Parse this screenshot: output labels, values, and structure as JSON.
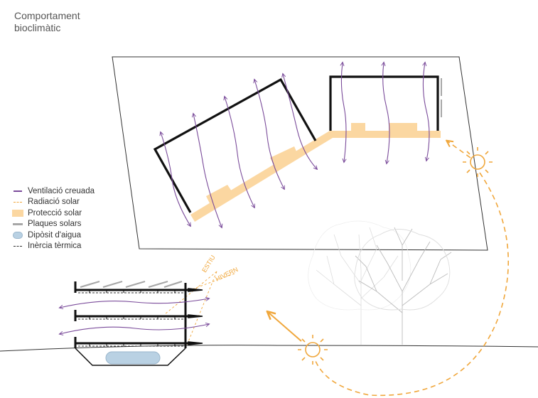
{
  "title": {
    "line1": "Comportament",
    "line2": "bioclimàtic"
  },
  "legend": [
    {
      "key": "vent",
      "icon": "purple-line-icon",
      "label": "Ventilació creuada"
    },
    {
      "key": "rad",
      "icon": "orange-dash-icon",
      "label": "Radiació solar"
    },
    {
      "key": "prot",
      "icon": "peach-block-icon",
      "label": "Protecció solar"
    },
    {
      "key": "plaq",
      "icon": "grey-line-icon",
      "label": "Plaques solars"
    },
    {
      "key": "dip",
      "icon": "water-tank-icon",
      "label": "Dipòsit d'aigua"
    },
    {
      "key": "iner",
      "icon": "black-dash-icon",
      "label": "Inèrcia tèrmica"
    }
  ],
  "section_labels": {
    "summer": "ESTIU",
    "winter": "HIVERN"
  },
  "colors": {
    "ventilation": "#7a4b9a",
    "solar_radiation": "#f0a73c",
    "solar_protection": "#fbd7a1",
    "solar_panels": "#a7a7a7",
    "water_tank": "#b9d1e3",
    "thermal_inertia": "#333333",
    "walls": "#111111",
    "trees": "#c8c8c8"
  }
}
